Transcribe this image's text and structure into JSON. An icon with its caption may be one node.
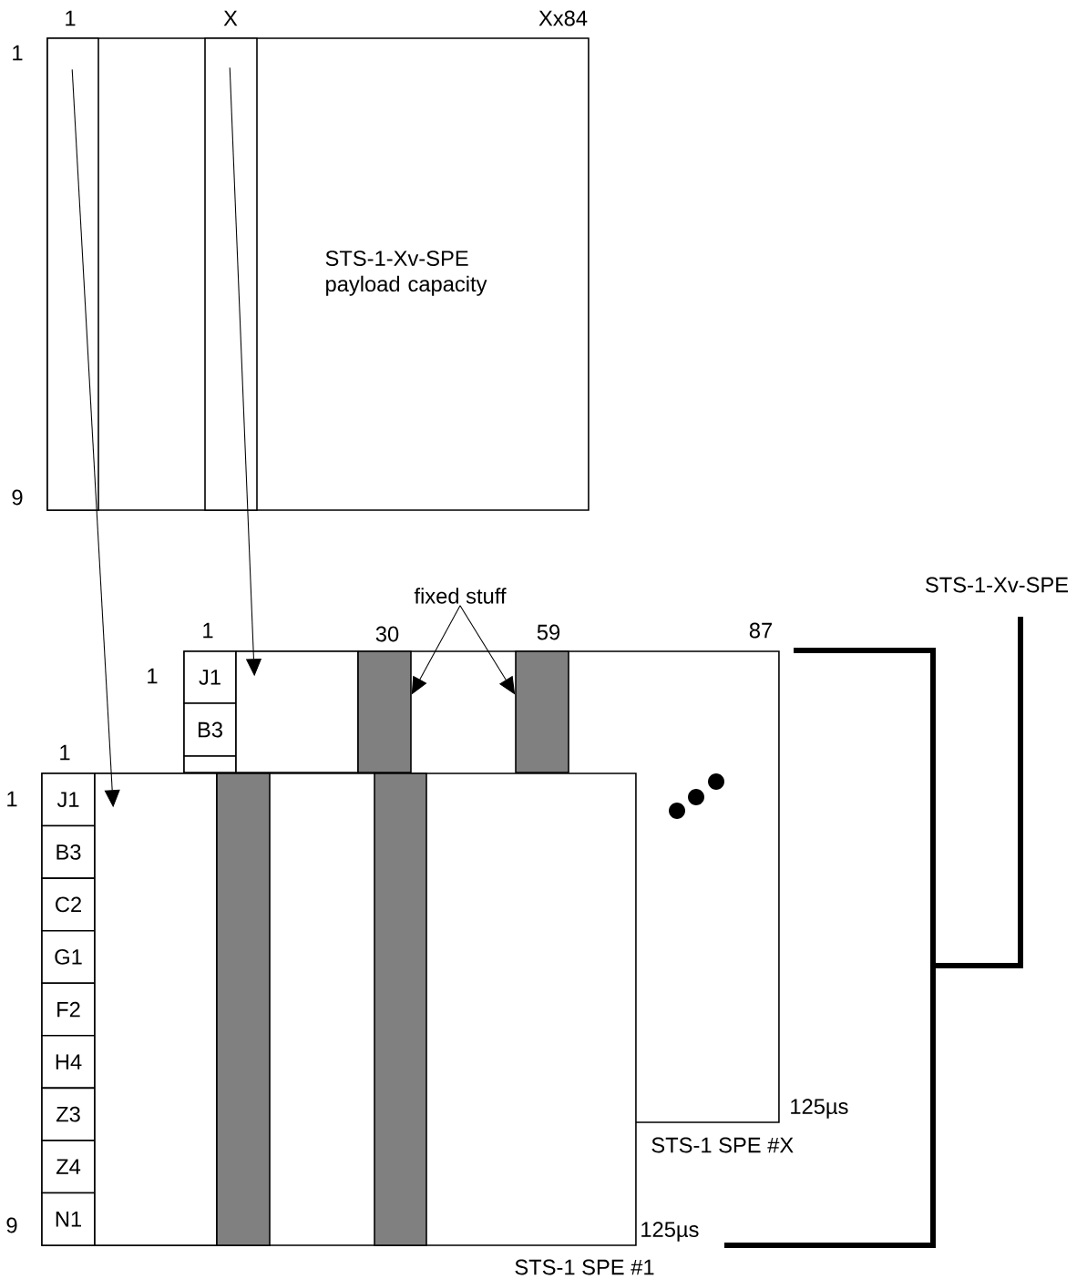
{
  "diagram": {
    "nodes": [
      {
        "text": [
          "STS-1-Xv-SPE payload capacity"
        ]
      },
      {
        "text": [],
        "shape": "box",
        "in": 0
      },
      {
        "text": [],
        "shape": "box",
        "in": 0
      },
      {
        "text": [
          "fixed stuff"
        ]
      },
      {
        "text": [],
        "shape": "box",
        "beside": [
          "125µs",
          "STS-1 SPE #X"
        ]
      },
      {
        "text": [
          "J1"
        ],
        "in": 4
      },
      {
        "text": [
          "B3"
        ],
        "in": 4
      },
      {
        "text": [],
        "shape": "box",
        "in": 4
      },
      {
        "text": [],
        "shape": "box",
        "in": 4
      },
      {
        "text": [],
        "shape": "bar",
        "in": 4
      },
      {
        "text": [],
        "shape": "bar",
        "in": 4
      },
      {
        "text": [],
        "shape": "box",
        "beside": [
          "125µs",
          "STS-1 SPE #1"
        ]
      },
      {
        "text": [
          "J1"
        ],
        "in": 11
      },
      {
        "text": [
          "B3"
        ],
        "in": 11
      },
      {
        "text": [
          "C2"
        ],
        "in": 11
      },
      {
        "text": [
          "G1"
        ],
        "in": 11
      },
      {
        "text": [
          "F2"
        ],
        "in": 11
      },
      {
        "text": [
          "H4"
        ],
        "in": 11
      },
      {
        "text": [
          "Z3"
        ],
        "in": 11
      },
      {
        "text": [
          "Z4"
        ],
        "in": 11
      },
      {
        "text": [
          "N1"
        ],
        "in": 11
      },
      {
        "text": [],
        "shape": "box",
        "in": 11
      },
      {
        "text": [],
        "shape": "bar",
        "in": 11
      },
      {
        "text": [],
        "shape": "bar",
        "in": 11
      }
    ],
    "edges": [
      {
        "from": 1,
        "to": 21,
        "arrow": "to"
      },
      {
        "from": 2,
        "to": 8,
        "arrow": "to"
      },
      {
        "from": 3,
        "to": 9,
        "arrow": "to"
      },
      {
        "from": 3,
        "to": 10,
        "arrow": "to"
      }
    ],
    "labels": [
      "1",
      "X",
      "Xx84",
      "1",
      "9",
      "STS-1-Xv-SPE",
      "1",
      "30",
      "59",
      "87",
      "1",
      "1",
      "1",
      "9"
    ]
  }
}
